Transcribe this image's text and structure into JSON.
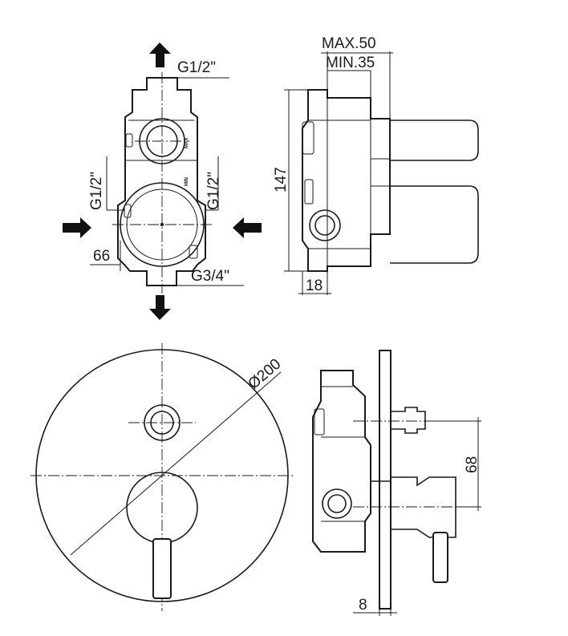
{
  "labels": {
    "outlet_top": "G1/2\"",
    "side_left": "G1/2\"",
    "side_right": "G1/2\"",
    "offset_66": "66",
    "inlet_bottom": "G3/4\"",
    "max_depth": "MAX.50",
    "min_depth": "MIN.35",
    "height_147": "147",
    "depth_18": "18",
    "diameter_plate": "Ø200",
    "spacing_68": "68",
    "plate_thickness": "8",
    "mark_max": "MAX",
    "mark_min": "MIN"
  }
}
